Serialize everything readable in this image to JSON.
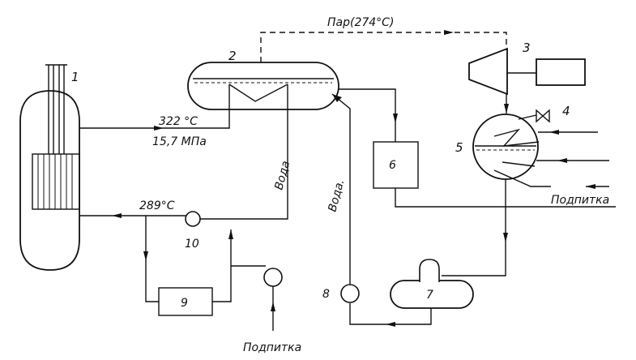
{
  "labels": {
    "steam": "Пар(274°С)",
    "hot_temp": "322 °С",
    "pressure": "15,7 МПа",
    "cold_temp": "289°С",
    "water_primary": "Вода",
    "water_secondary": "Вода.",
    "makeup_primary": "Подпитка",
    "makeup_secondary": "Подпитка"
  },
  "components": {
    "reactor": "1",
    "steam_generator": "2",
    "turbine": "3",
    "ejector": "4",
    "condenser": "5",
    "unit_6": "6",
    "unit_7": "7",
    "pump_8": "8",
    "unit_9": "9",
    "pump_10": "10"
  }
}
